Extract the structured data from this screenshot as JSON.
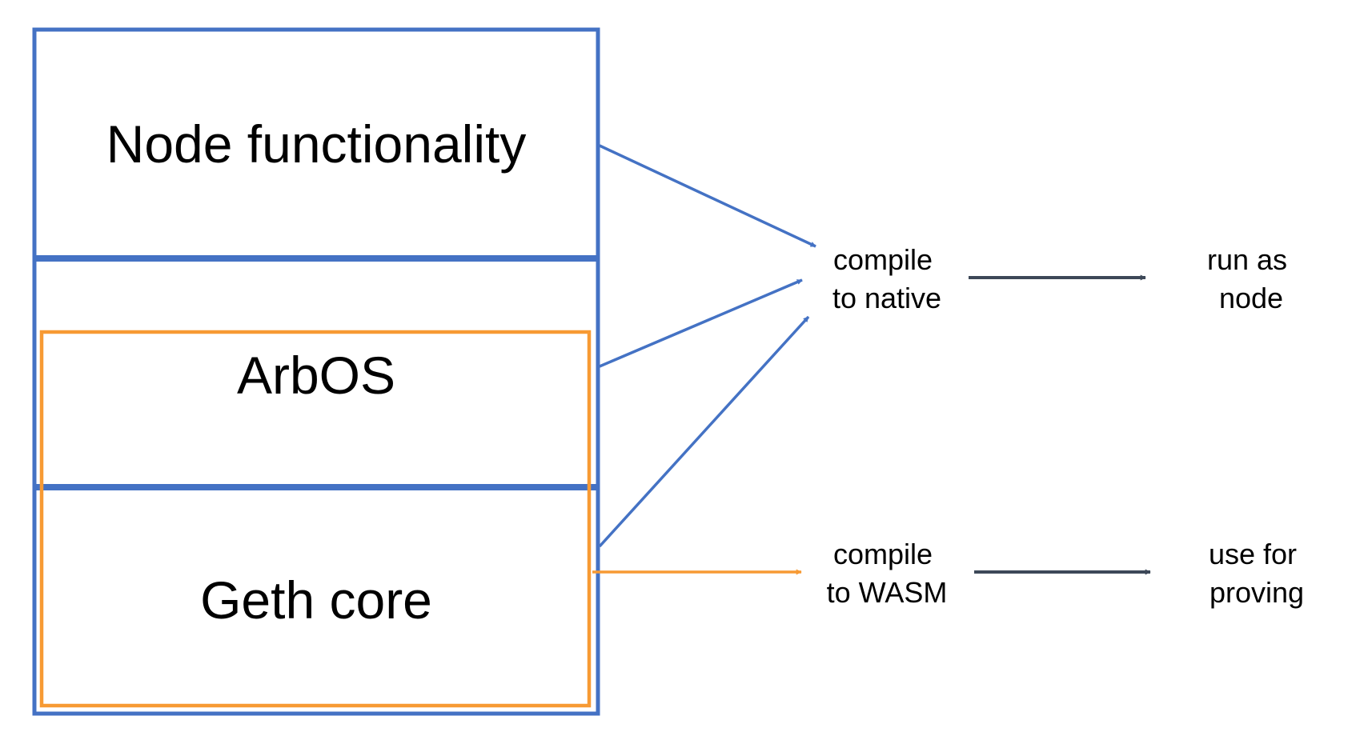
{
  "colors": {
    "blue": "#4472c4",
    "orange": "#f79a34",
    "dark": "#3d4858"
  },
  "layers": {
    "node_functionality": "Node functionality",
    "arbos": "ArbOS",
    "geth_core": "Geth core"
  },
  "outputs": {
    "native": {
      "line1": "compile",
      "line2": "to native"
    },
    "wasm": {
      "line1": "compile",
      "line2": "to WASM"
    }
  },
  "results": {
    "node": {
      "line1": "run as",
      "line2": "node"
    },
    "proving": {
      "line1": "use for",
      "line2": "proving"
    }
  }
}
